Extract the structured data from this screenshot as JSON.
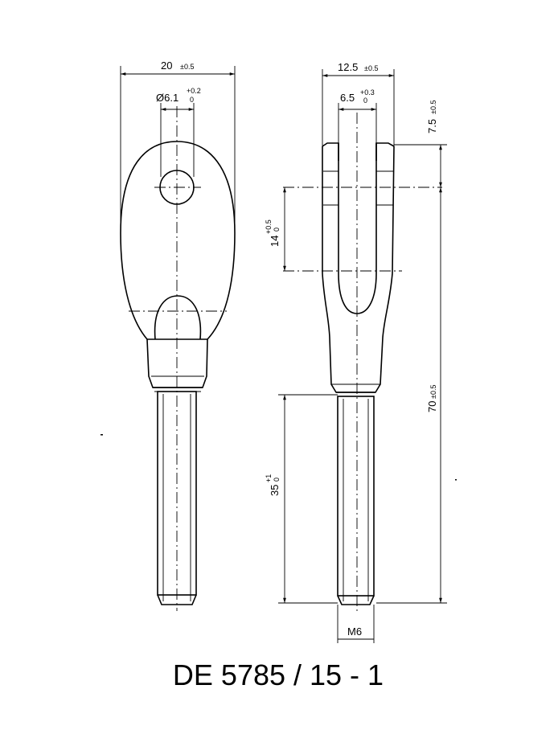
{
  "front_view": {
    "width": {
      "value": "20",
      "tol": "±0.5"
    },
    "hole": {
      "value": "Ø6.1",
      "tol_upper": "+0.2",
      "tol_lower": "0"
    }
  },
  "side_view": {
    "width": {
      "value": "12.5",
      "tol": "±0.5"
    },
    "slot": {
      "value": "6.5",
      "tol_upper": "+0.3",
      "tol_lower": "0"
    },
    "tip": {
      "value": "7.5",
      "tol": "±0.5"
    },
    "slot_depth": {
      "value": "14",
      "tol_upper": "+0.5",
      "tol_lower": "0"
    },
    "length": {
      "value": "70",
      "tol": "±0.5"
    },
    "thread_length": {
      "value": "35",
      "tol_upper": "+1",
      "tol_lower": "0"
    },
    "thread": "M6"
  },
  "title": "DE 5785 / 15 - 1"
}
